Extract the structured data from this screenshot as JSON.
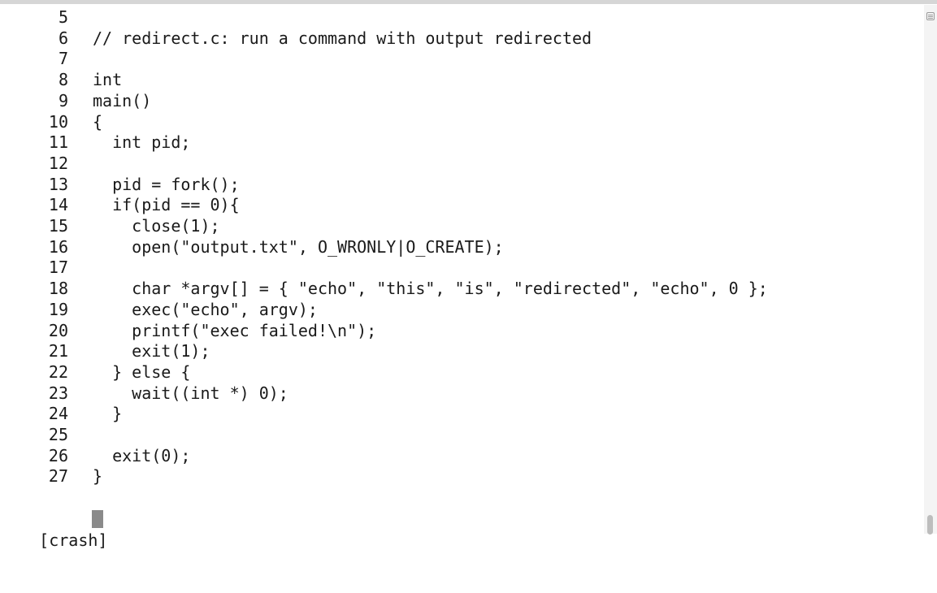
{
  "lines": [
    {
      "num": "5",
      "code": ""
    },
    {
      "num": "6",
      "code": "// redirect.c: run a command with output redirected"
    },
    {
      "num": "7",
      "code": ""
    },
    {
      "num": "8",
      "code": "int"
    },
    {
      "num": "9",
      "code": "main()"
    },
    {
      "num": "10",
      "code": "{"
    },
    {
      "num": "11",
      "code": "  int pid;"
    },
    {
      "num": "12",
      "code": ""
    },
    {
      "num": "13",
      "code": "  pid = fork();"
    },
    {
      "num": "14",
      "code": "  if(pid == 0){"
    },
    {
      "num": "15",
      "code": "    close(1);"
    },
    {
      "num": "16",
      "code": "    open(\"output.txt\", O_WRONLY|O_CREATE);"
    },
    {
      "num": "17",
      "code": ""
    },
    {
      "num": "18",
      "code": "    char *argv[] = { \"echo\", \"this\", \"is\", \"redirected\", \"echo\", 0 };"
    },
    {
      "num": "19",
      "code": "    exec(\"echo\", argv);"
    },
    {
      "num": "20",
      "code": "    printf(\"exec failed!\\n\");"
    },
    {
      "num": "21",
      "code": "    exit(1);"
    },
    {
      "num": "22",
      "code": "  } else {"
    },
    {
      "num": "23",
      "code": "    wait((int *) 0);"
    },
    {
      "num": "24",
      "code": "  }"
    },
    {
      "num": "25",
      "code": ""
    },
    {
      "num": "26",
      "code": "  exit(0);"
    },
    {
      "num": "27",
      "code": "}"
    }
  ],
  "prompt": "[crash]",
  "icons": {
    "scrollbar_menu": "scrollbar-menu-icon",
    "cursor": "block-cursor"
  },
  "colors": {
    "text": "#1a1a1a",
    "background": "#ffffff",
    "cursor": "#8a8a8a"
  }
}
